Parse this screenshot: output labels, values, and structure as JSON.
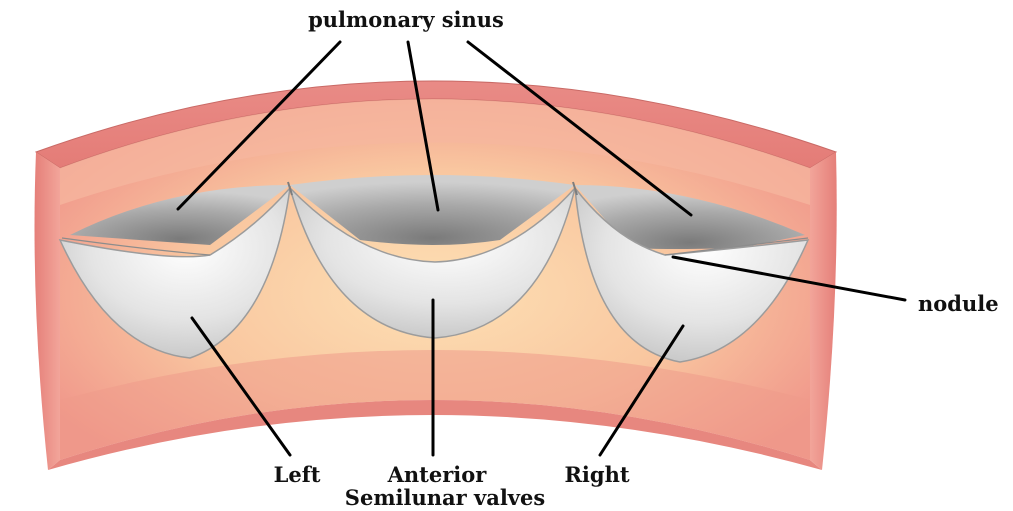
{
  "labels": {
    "pulmonary_sinus": "pulmonary sinus",
    "nodule": "nodule",
    "left": "Left",
    "anterior": "Anterior",
    "right": "Right",
    "semilunar_valves": "Semilunar valves"
  }
}
